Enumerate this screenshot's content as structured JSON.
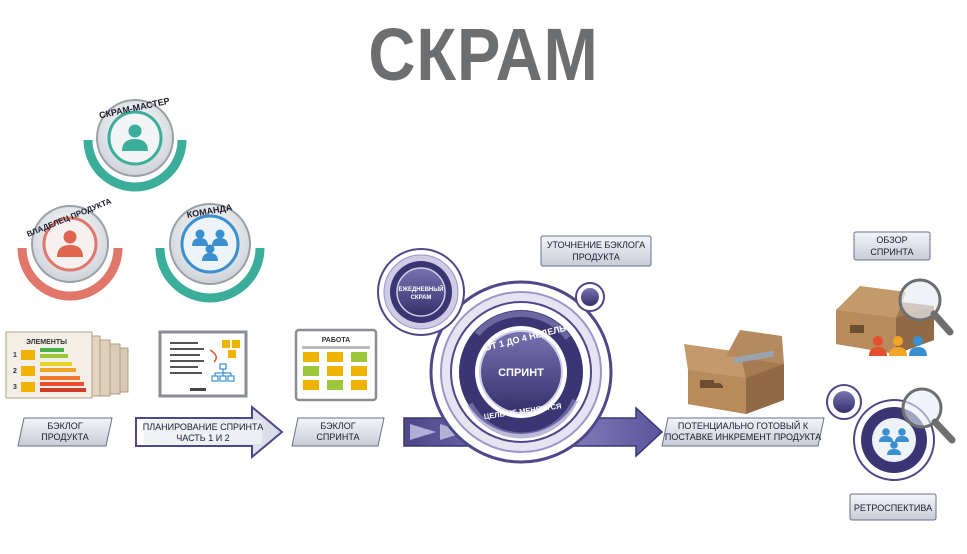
{
  "title": "СКРАМ",
  "roles": {
    "scrum_master": "СКРАМ-МАСТЕР",
    "product_owner": "ВЛАДЕЛЕЦ ПРОДУКТА",
    "team": "КОМАНДА"
  },
  "backlog_panel": {
    "header": "ЭЛЕМЕНТЫ",
    "rows": [
      "1",
      "2",
      "3"
    ]
  },
  "sprint_board": {
    "header": "РАБОТА"
  },
  "labels": {
    "product_backlog": [
      "БЭКЛОГ",
      "ПРОДУКТА"
    ],
    "sprint_planning": [
      "ПЛАНИРОВАНИЕ СПРИНТА",
      "ЧАСТЬ 1 И 2"
    ],
    "sprint_backlog": [
      "БЭКЛОГ",
      "СПРИНТА"
    ],
    "daily_scrum": [
      "ЕЖЕДНЕВНЫЙ",
      "СКРАМ"
    ],
    "backlog_refinement": [
      "УТОЧНЕНИЕ БЭКЛОГА",
      "ПРОДУКТА"
    ],
    "increment": [
      "ПОТЕНЦИАЛЬНО ГОТОВЫЙ К",
      "ПОСТАВКЕ ИНКРЕМЕНТ ПРОДУКТА"
    ],
    "sprint_review": [
      "ОБЗОР",
      "СПРИНТА"
    ],
    "retrospective": "РЕТРОСПЕКТИВА"
  },
  "sprint": {
    "center": "СПРИНТ",
    "duration": "ОТ 1 ДО 4 НЕДЕЛЬ",
    "goal": "ЦЕЛЬ НЕ МЕНЯЕТСЯ"
  },
  "colors": {
    "title": "#6d6e70",
    "sprint_purple": "#4e4788",
    "teal": "#3aae9a",
    "salmon": "#e0776a",
    "blue": "#3a8fd0",
    "box_brown": "#a27a52"
  }
}
